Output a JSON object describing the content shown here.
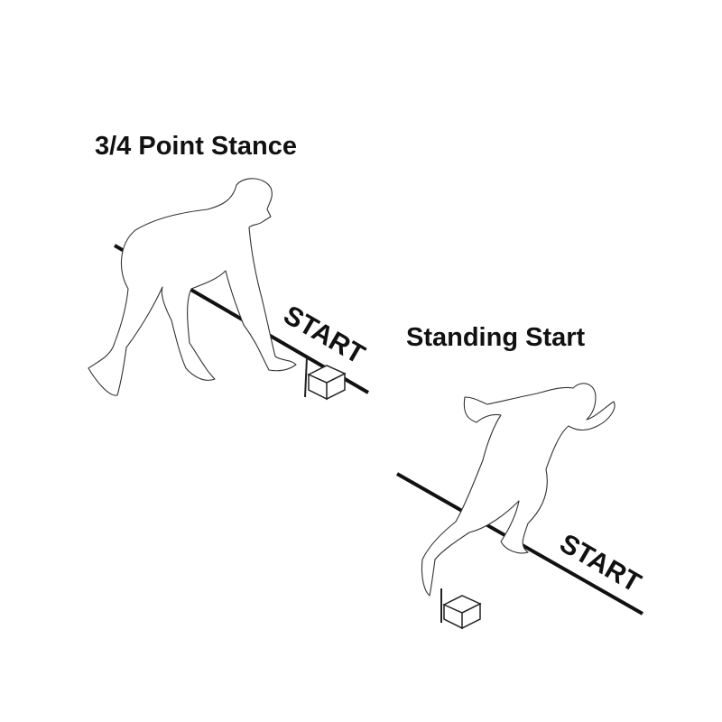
{
  "panels": [
    {
      "title": "3/4 Point Stance",
      "line_label": "START"
    },
    {
      "title": "Standing Start",
      "line_label": "START"
    }
  ],
  "colors": {
    "ink": "#111111",
    "background": "#ffffff"
  }
}
